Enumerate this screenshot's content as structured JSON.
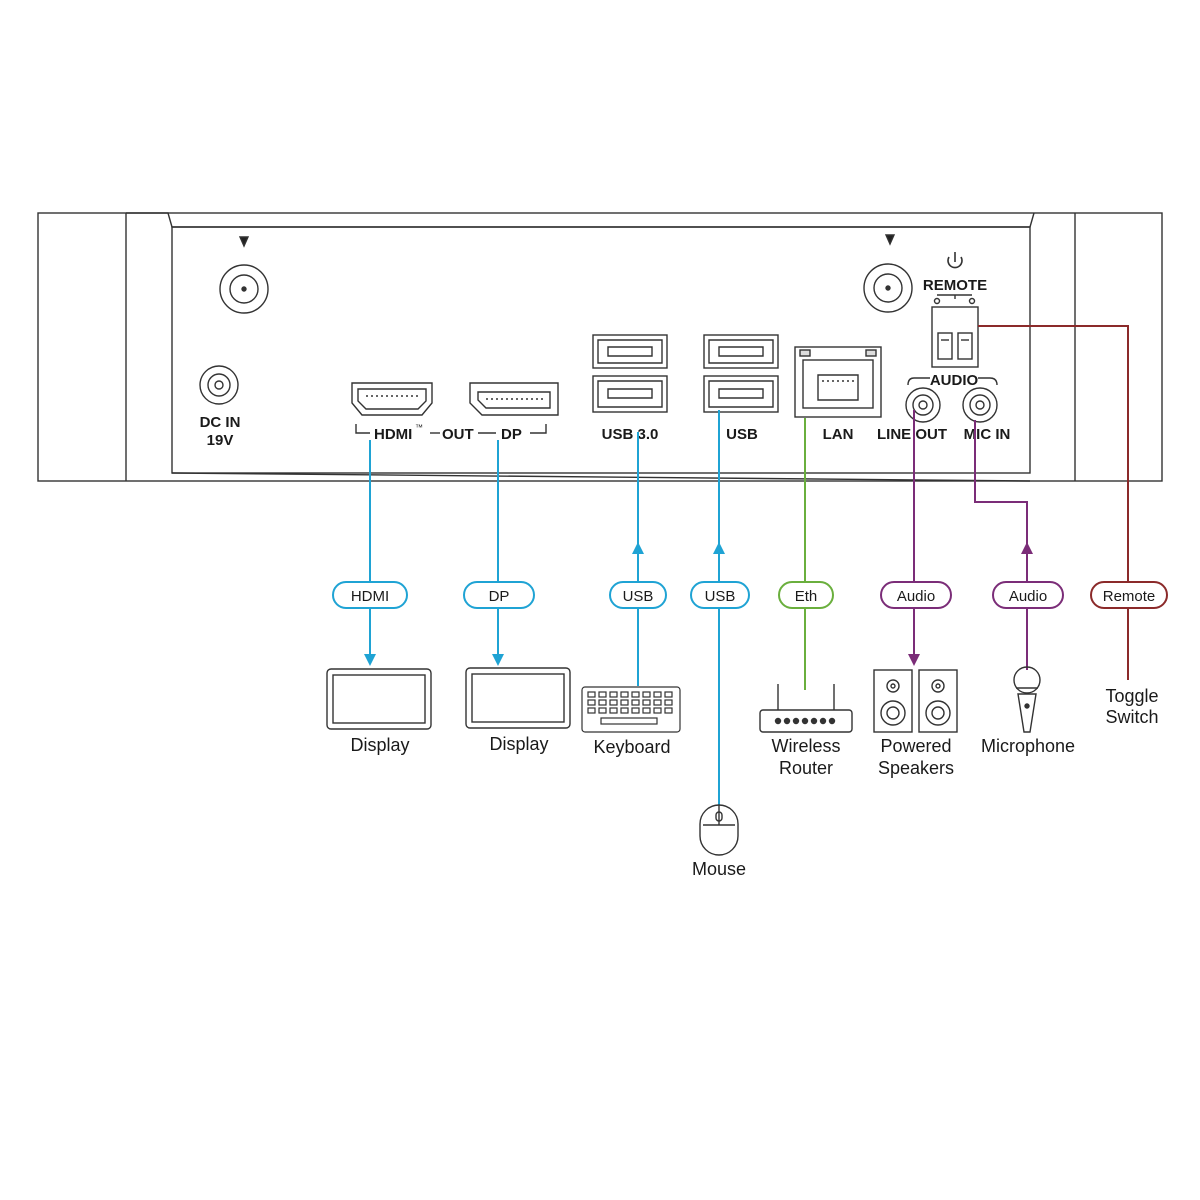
{
  "panel": {
    "dc_in": "DC IN",
    "dc_voltage": "19V",
    "hdmi": "HDMI",
    "trademark": "™",
    "out": "OUT",
    "dp": "DP",
    "usb3": "USB 3.0",
    "usb": "USB",
    "lan": "LAN",
    "line_out": "LINE OUT",
    "mic_in": "MIC IN",
    "audio": "AUDIO",
    "remote": "REMOTE"
  },
  "cables": {
    "hdmi": "HDMI",
    "dp": "DP",
    "usb_keyboard": "USB",
    "usb_mouse": "USB",
    "eth": "Eth",
    "audio_out": "Audio",
    "audio_in": "Audio",
    "remote": "Remote"
  },
  "devices": {
    "display1": "Display",
    "display2": "Display",
    "keyboard": "Keyboard",
    "mouse": "Mouse",
    "router_line1": "Wireless",
    "router_line2": "Router",
    "speakers_line1": "Powered",
    "speakers_line2": "Speakers",
    "microphone": "Microphone",
    "toggle_line1": "Toggle",
    "toggle_line2": "Switch"
  },
  "colors": {
    "video_usb": "#1fa3d4",
    "ethernet": "#6aaf3d",
    "audio": "#7b2d78",
    "remote": "#8b2a2a",
    "outline": "#333333"
  },
  "icons": [
    "antenna-connector-icon",
    "dc-power-jack-icon",
    "hdmi-port-icon",
    "displayport-port-icon",
    "usb-port-icon",
    "rj45-port-icon",
    "audio-jack-icon",
    "terminal-block-icon",
    "power-icon",
    "display-icon",
    "keyboard-icon",
    "mouse-icon",
    "router-icon",
    "speaker-icon",
    "microphone-icon"
  ]
}
